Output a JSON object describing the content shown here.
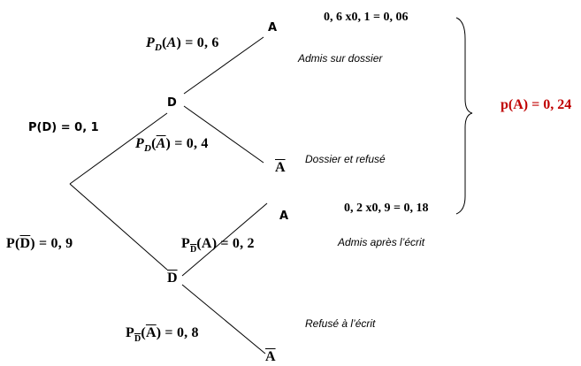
{
  "nodes": {
    "d": "D",
    "d_bar": "D",
    "a_top": "A",
    "a_bar_top": "A",
    "a_bottom": "A",
    "a_bar_bottom": "A"
  },
  "branches": {
    "p_d": "P(D) = 0, 1",
    "p_dbar_pre": "P(",
    "p_dbar_letter": "D",
    "p_dbar_post": ") = 0, 9",
    "pd_a_pre": "P",
    "pd_a_sub": "D",
    "pd_a_paren": "(",
    "pd_a_letter": "A",
    "pd_a_post": ") = 0, 6",
    "pd_abar_pre": "P",
    "pd_abar_sub": "D",
    "pd_abar_paren": "(",
    "pd_abar_letter": "A",
    "pd_abar_post": ") = 0, 4",
    "pdbar_a_pre": "P",
    "pdbar_a_sub": "D",
    "pdbar_a_mid": "(A) = 0, 2",
    "pdbar_abar_pre": "P",
    "pdbar_abar_sub": "D",
    "pdbar_abar_paren": "(",
    "pdbar_abar_letter": "A",
    "pdbar_abar_post": ") = 0, 8"
  },
  "calculations": {
    "top": "0, 6 x0, 1 = 0, 06",
    "bottom": "0, 2 x0, 9 = 0, 18"
  },
  "annotations": {
    "admis_dossier": "Admis sur dossier",
    "dossier_refuse": "Dossier et refusé",
    "admis_ecrit": "Admis après l’écrit",
    "refuse_ecrit": "Refusé à l’écrit"
  },
  "result": {
    "text": "p(A) = 0, 24",
    "color": "#c00000"
  }
}
